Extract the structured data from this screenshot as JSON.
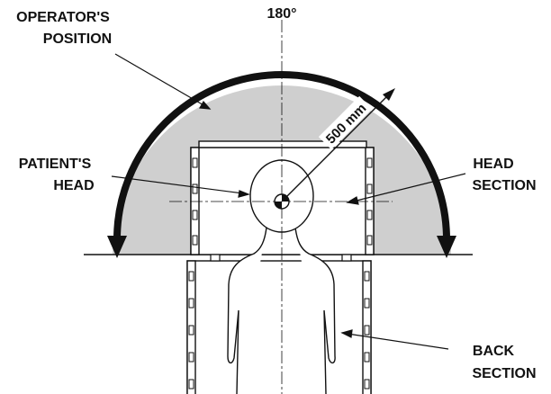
{
  "labels": {
    "operator_line1": "OPERATOR'S",
    "operator_line2": "POSITION",
    "angle": "180°",
    "radius": "500 mm",
    "patient_line1": "PATIENT'S",
    "patient_line2": "HEAD",
    "head_line1": "HEAD",
    "head_line2": "SECTION",
    "back_line1": "BACK",
    "back_line2": "SECTION"
  },
  "colors": {
    "zone_fill": "#cfcfcf",
    "ink": "#111111"
  }
}
